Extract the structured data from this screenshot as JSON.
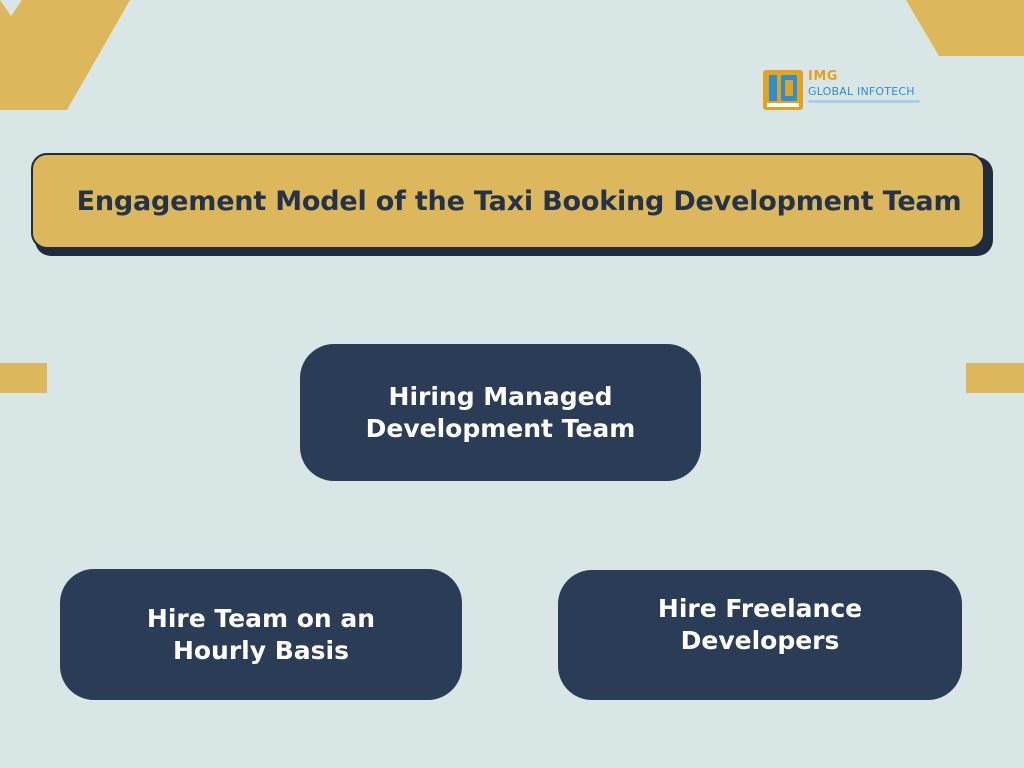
{
  "logo": {
    "brand_line1": "IMG",
    "brand_line2": "GLOBAL INFOTECH"
  },
  "title": "Engagement Model of the Taxi Booking Development Team",
  "nodes": {
    "top": "Hiring Managed\nDevelopment Team",
    "left": "Hire Team on an\nHourly Basis",
    "right": "Hire Freelance\nDevelopers"
  },
  "colors": {
    "background": "#d9e6e6",
    "accent_gold": "#dcb75b",
    "node_navy": "#2b3c56",
    "title_text": "#23334a",
    "logo_orange": "#e5a21d",
    "logo_blue": "#2a8fd4"
  }
}
